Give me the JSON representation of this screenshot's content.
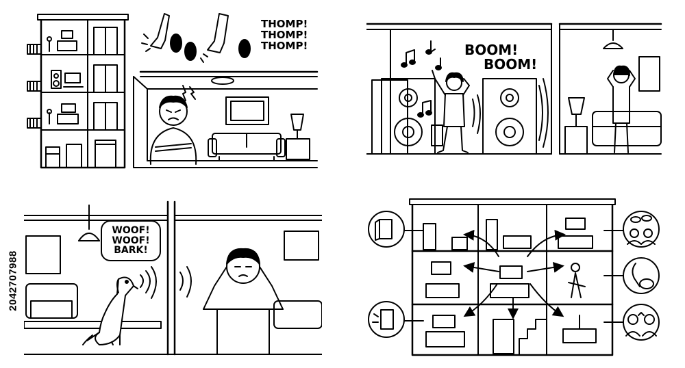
{
  "panels": {
    "footsteps": {
      "sound": [
        "THOMP!",
        "THOMP!",
        "THOMP!"
      ]
    },
    "music": {
      "sound": [
        "BOOM!",
        "BOOM!"
      ]
    },
    "dog": {
      "sound": [
        "WOOF!",
        "WOOF!",
        "BARK!"
      ]
    },
    "building": {
      "icons": [
        "door-slam-icon",
        "vacuum-cleaner-icon",
        "talking-people-icon",
        "arguing-people-icon"
      ]
    }
  },
  "stock_id": "2042707988",
  "colors": {
    "ink": "#000000",
    "paper": "#ffffff"
  }
}
